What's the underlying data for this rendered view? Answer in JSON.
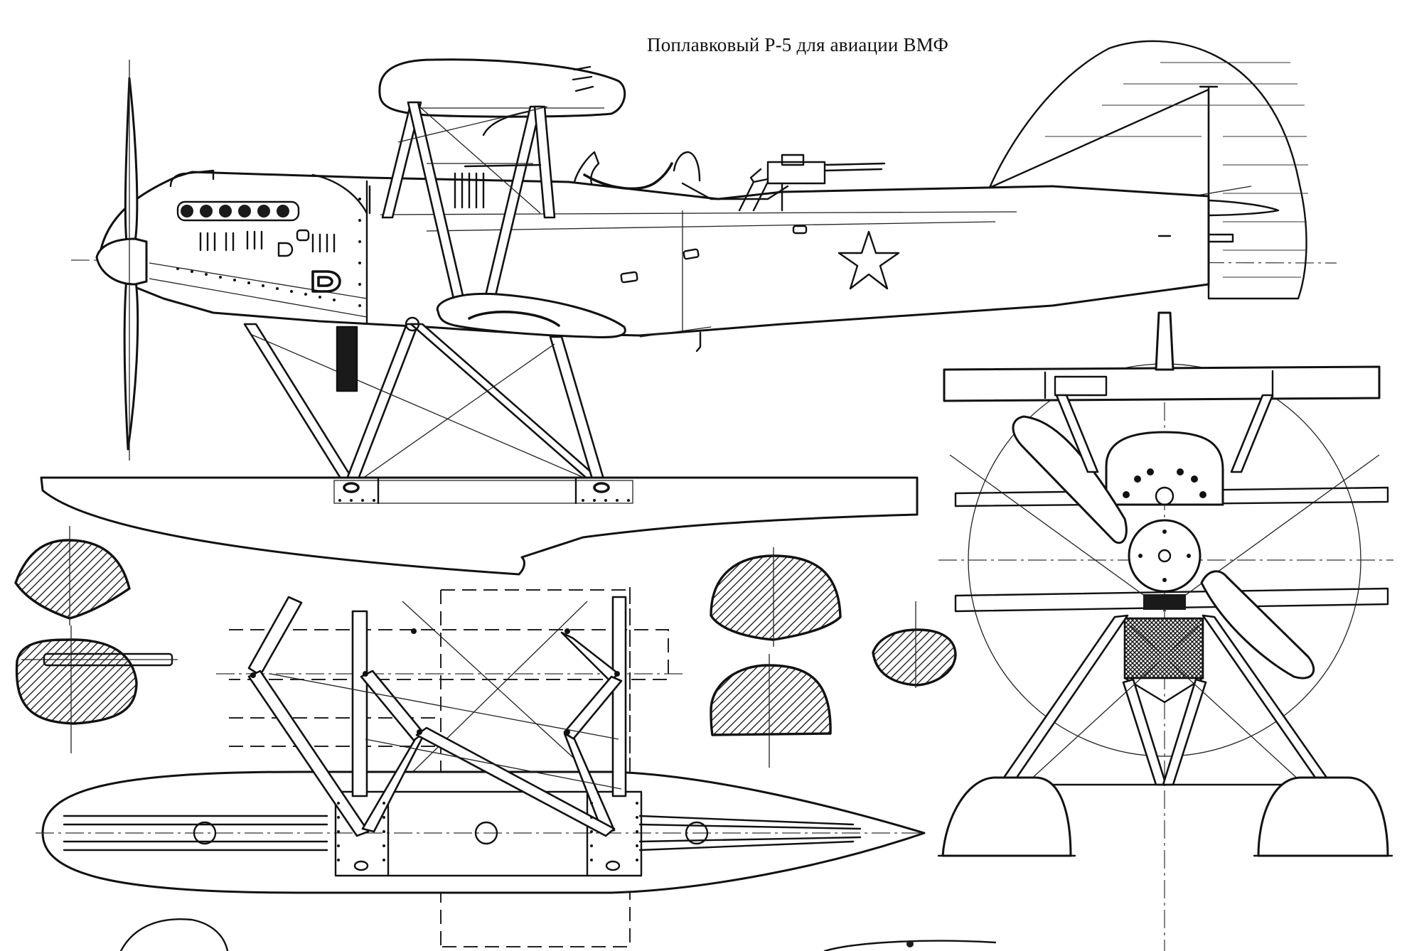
{
  "title": "Поплавковый Р-5 для авиации ВМФ",
  "colors": {
    "ink": "#111111",
    "paper": "#ffffff"
  },
  "views": [
    "side-view",
    "front-view",
    "float-top-view",
    "strut-cross-sections"
  ]
}
